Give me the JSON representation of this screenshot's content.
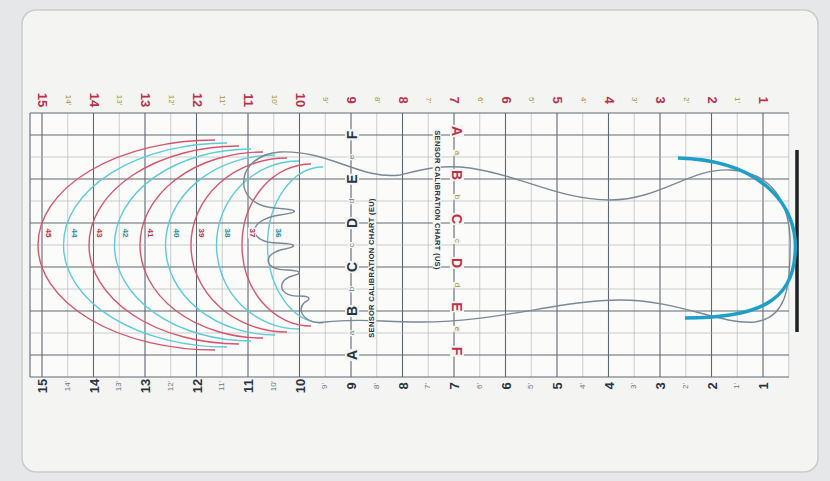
{
  "diagram": {
    "labels": [
      "15",
      "14",
      "13",
      "12",
      "11",
      "10",
      "9",
      "8",
      "7",
      "6",
      "5",
      "4",
      "3",
      "2",
      "1",
      "14'",
      "13'",
      "12'",
      "11'",
      "10'",
      "9'",
      "8'",
      "7'",
      "6'",
      "5'",
      "4'",
      "3'",
      "2'",
      "1'",
      "15",
      "14",
      "13",
      "12",
      "11",
      "10",
      "9",
      "8",
      "7",
      "6",
      "5",
      "4",
      "3",
      "2",
      "1",
      "14'",
      "13'",
      "12'",
      "11'",
      "10'",
      "9'",
      "8'",
      "7'",
      "6'",
      "5'",
      "4'",
      "3'",
      "2'",
      "1'",
      "A",
      "B",
      "C",
      "D",
      "E",
      "F",
      "a",
      "b",
      "c",
      "d",
      "e",
      "A",
      "B",
      "C",
      "D",
      "E",
      "F",
      "a",
      "b",
      "c",
      "d",
      "e",
      "SENSOR CALIBRATION CHART (EU)",
      "SENSOR CALIBRATION CHART (US)",
      "45",
      "44",
      "43",
      "42",
      "41",
      "40",
      "39",
      "38",
      "37",
      "36"
    ]
  }
}
